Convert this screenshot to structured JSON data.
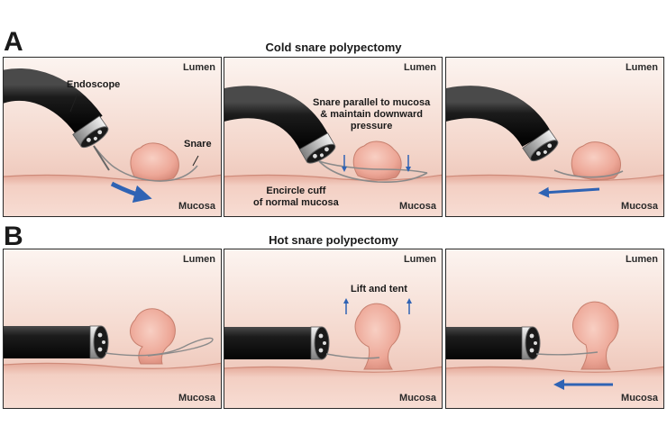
{
  "section_a": {
    "letter": "A",
    "title": "Cold snare polypectomy",
    "panels": [
      {
        "lumen": "Lumen",
        "mucosa": "Mucosa",
        "callouts": {
          "endoscope": "Endoscope",
          "snare": "Snare"
        }
      },
      {
        "lumen": "Lumen",
        "mucosa": "Mucosa",
        "callouts": {
          "parallel_line1": "Snare parallel to mucosa",
          "parallel_line2": "& maintain downward",
          "parallel_line3": "pressure",
          "cuff_line1": "Encircle cuff",
          "cuff_line2": "of normal mucosa"
        }
      },
      {
        "lumen": "Lumen",
        "mucosa": "Mucosa"
      }
    ]
  },
  "section_b": {
    "letter": "B",
    "title": "Hot snare polypectomy",
    "panels": [
      {
        "lumen": "Lumen",
        "mucosa": "Mucosa"
      },
      {
        "lumen": "Lumen",
        "mucosa": "Mucosa",
        "callouts": {
          "lift": "Lift and tent"
        }
      },
      {
        "lumen": "Lumen",
        "mucosa": "Mucosa"
      }
    ]
  },
  "colors": {
    "lumen_top": "#fbf2ee",
    "lumen_bottom": "#ecc3b6",
    "mucosa": "#eec1b3",
    "polyp": "#f0b3a6",
    "scope": "#1b1b1b",
    "arrow": "#2f63b4"
  }
}
